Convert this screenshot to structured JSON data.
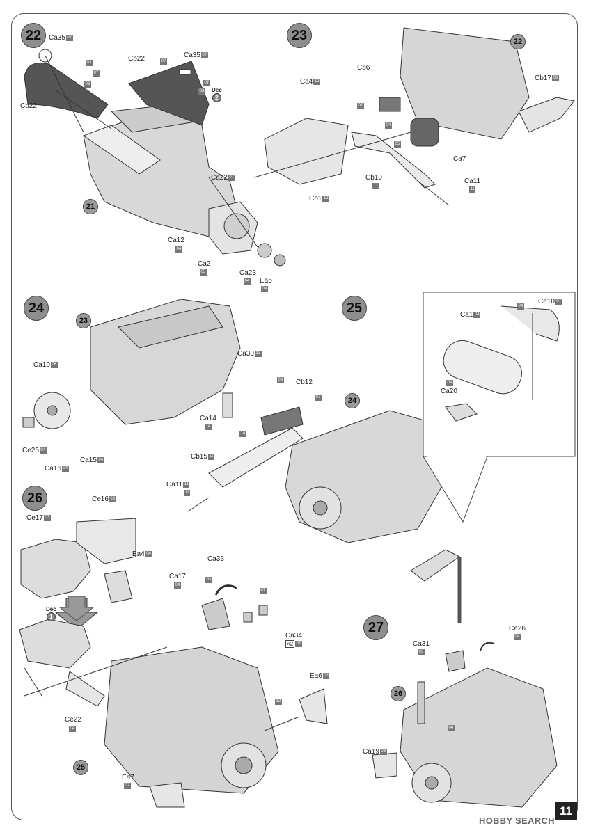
{
  "page_number": "11",
  "watermark": "HOBBY SEARCH",
  "steps": {
    "s22": {
      "number": "22",
      "ref": "21"
    },
    "s23": {
      "number": "23",
      "ref": "22"
    },
    "s24": {
      "number": "24",
      "ref": "23"
    },
    "s25": {
      "number": "25",
      "ref": "24"
    },
    "s26": {
      "number": "26",
      "ref": "25"
    },
    "s27": {
      "number": "27",
      "ref": "26"
    }
  },
  "labels": {
    "l1": {
      "name": "Ca35",
      "code": "07"
    },
    "l2": {
      "name": "Cb22",
      "code": ""
    },
    "l3": {
      "name": "Cb22",
      "code": ""
    },
    "l4": {
      "name": "Ca35",
      "code": "07"
    },
    "l5": {
      "name": "Ca22",
      "code": "07"
    },
    "l6": {
      "name": "Ca12",
      "code": "04"
    },
    "l7": {
      "name": "Ca2",
      "code": "05"
    },
    "l8": {
      "name": "Ca23",
      "code": "04"
    },
    "l9": {
      "name": "Ea5",
      "code": "04"
    },
    "l10": {
      "name": "Cb6",
      "code": ""
    },
    "l11": {
      "name": "Ca4",
      "code": "12"
    },
    "l12": {
      "name": "Cb17",
      "code": "09"
    },
    "l13": {
      "name": "Ca7",
      "code": ""
    },
    "l14": {
      "name": "Cb10",
      "code": "11"
    },
    "l15": {
      "name": "Cb1",
      "code": "12"
    },
    "l16": {
      "name": "Ca11",
      "code": "11"
    },
    "l17": {
      "name": "Ca10",
      "code": "06"
    },
    "l18": {
      "name": "Ca30",
      "code": "13"
    },
    "l19": {
      "name": "Cb12",
      "code": ""
    },
    "l20": {
      "name": "Ca14",
      "code": "14"
    },
    "l21": {
      "name": "Ce26",
      "code": "04"
    },
    "l22": {
      "name": "Ca15",
      "code": "04"
    },
    "l23": {
      "name": "Ca16",
      "code": "04"
    },
    "l24": {
      "name": "Cb15",
      "code": "11"
    },
    "l25": {
      "name": "Ca11",
      "code": "11"
    },
    "l26": {
      "name": "Ca1",
      "code": "04"
    },
    "l27": {
      "name": "Ce10",
      "code": "07"
    },
    "l28": {
      "name": "Ca20",
      "code": ""
    },
    "l29": {
      "name": "Ce16",
      "code": "03"
    },
    "l30": {
      "name": "Ce17",
      "code": "03"
    },
    "l31": {
      "name": "Ea4",
      "code": "04"
    },
    "l32": {
      "name": "Ca33",
      "code": ""
    },
    "l33": {
      "name": "Ca17",
      "code": ""
    },
    "l34": {
      "name": "Ca34",
      "code": "07"
    },
    "l35": {
      "name": "Ea6",
      "code": "02"
    },
    "l36": {
      "name": "Ce22",
      "code": ""
    },
    "l37": {
      "name": "Ea7",
      "code": ""
    },
    "l38": {
      "name": "Ca31",
      "code": ""
    },
    "l39": {
      "name": "Ca26",
      "code": ""
    },
    "l40": {
      "name": "Ca19",
      "code": "03"
    }
  },
  "code_badges": {
    "b1": "03",
    "b2": "07",
    "b3": "03",
    "b4": "07",
    "b5": "07",
    "b6": "03",
    "b7": "07",
    "b8": "04",
    "b9": "05",
    "b10": "04",
    "b11": "03",
    "b12": "07",
    "b13": "14",
    "b14": "04",
    "b15": "03",
    "b16": "07",
    "b17": "04",
    "b18": "02",
    "b19": "03",
    "b20": "04",
    "b21": "11",
    "b22": "12",
    "b23": "04",
    "b24": "04"
  },
  "dec_marks": {
    "d1": {
      "text": "Dec",
      "num": "2"
    },
    "d2": {
      "text": "Dec",
      "num": "1"
    }
  },
  "qty_mark": "×2"
}
